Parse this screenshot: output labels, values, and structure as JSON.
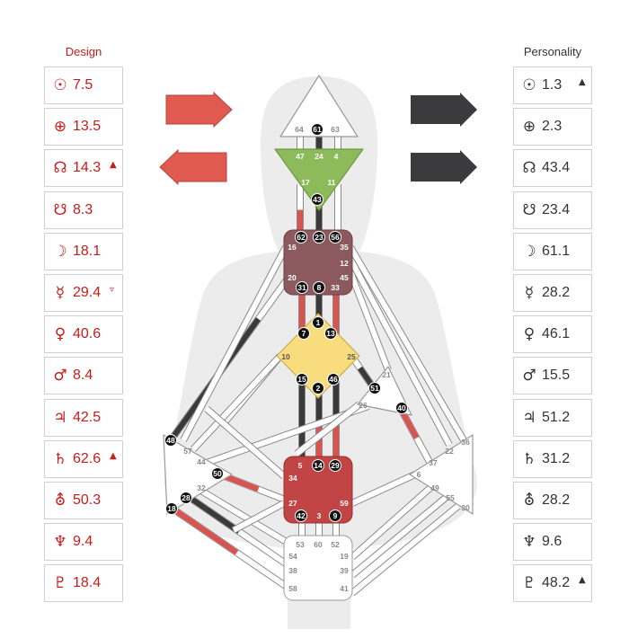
{
  "columns": {
    "design_title": "Design",
    "personality_title": "Personality"
  },
  "design": [
    {
      "planet": "sun",
      "symbol": "☉",
      "value": "7.5",
      "arrow": ""
    },
    {
      "planet": "earth",
      "symbol": "⊕",
      "value": "13.5",
      "arrow": ""
    },
    {
      "planet": "north-node",
      "symbol": "☊",
      "value": "14.3",
      "arrow": "▲"
    },
    {
      "planet": "south-node",
      "symbol": "☋",
      "value": "8.3",
      "arrow": ""
    },
    {
      "planet": "moon",
      "symbol": "☽",
      "value": "18.1",
      "arrow": ""
    },
    {
      "planet": "mercury",
      "symbol": "☿",
      "value": "29.4",
      "arrow": "▿"
    },
    {
      "planet": "venus",
      "symbol": "♀",
      "value": "40.6",
      "arrow": ""
    },
    {
      "planet": "mars",
      "symbol": "♂",
      "value": "8.4",
      "arrow": ""
    },
    {
      "planet": "jupiter",
      "symbol": "♃",
      "value": "42.5",
      "arrow": ""
    },
    {
      "planet": "saturn",
      "symbol": "♄",
      "value": "62.6",
      "arrow": "▲"
    },
    {
      "planet": "uranus",
      "symbol": "⛢",
      "value": "50.3",
      "arrow": ""
    },
    {
      "planet": "neptune",
      "symbol": "♆",
      "value": "9.4",
      "arrow": ""
    },
    {
      "planet": "pluto",
      "symbol": "♇",
      "value": "18.4",
      "arrow": ""
    }
  ],
  "personality": [
    {
      "planet": "sun",
      "symbol": "☉",
      "value": "1.3",
      "arrow": "▲"
    },
    {
      "planet": "earth",
      "symbol": "⊕",
      "value": "2.3",
      "arrow": ""
    },
    {
      "planet": "north-node",
      "symbol": "☊",
      "value": "43.4",
      "arrow": ""
    },
    {
      "planet": "south-node",
      "symbol": "☋",
      "value": "23.4",
      "arrow": ""
    },
    {
      "planet": "moon",
      "symbol": "☽",
      "value": "61.1",
      "arrow": ""
    },
    {
      "planet": "mercury",
      "symbol": "☿",
      "value": "28.2",
      "arrow": ""
    },
    {
      "planet": "venus",
      "symbol": "♀",
      "value": "46.1",
      "arrow": ""
    },
    {
      "planet": "mars",
      "symbol": "♂",
      "value": "15.5",
      "arrow": ""
    },
    {
      "planet": "jupiter",
      "symbol": "♃",
      "value": "51.2",
      "arrow": ""
    },
    {
      "planet": "saturn",
      "symbol": "♄",
      "value": "31.2",
      "arrow": ""
    },
    {
      "planet": "uranus",
      "symbol": "⛢",
      "value": "28.2",
      "arrow": ""
    },
    {
      "planet": "neptune",
      "symbol": "♆",
      "value": "9.6",
      "arrow": ""
    },
    {
      "planet": "pluto",
      "symbol": "♇",
      "value": "48.2",
      "arrow": "▲"
    }
  ],
  "colors": {
    "design": "#c61c1c",
    "personality": "#333333",
    "design_arrow": "#e05a50",
    "personality_arrow": "#3b3b3d",
    "head": "#ffffff",
    "ajna": "#8dba5a",
    "throat": "#8c5a5e",
    "g_center": "#f9dc7d",
    "sacral": "#c24545",
    "root": "#ffffff",
    "spleen": "#ffffff",
    "solar_plexus": "#ffffff",
    "heart": "#ffffff",
    "channel_red": "#d9534f",
    "channel_black": "#3a3a3a",
    "silhouette": "#ececec"
  },
  "centers": {
    "head": {
      "gates": [
        "64",
        "61",
        "63"
      ],
      "active": [
        "61"
      ]
    },
    "ajna": {
      "gates": [
        "47",
        "24",
        "4",
        "17",
        "11",
        "43"
      ],
      "active": [
        "43"
      ]
    },
    "throat": {
      "gates": [
        "62",
        "23",
        "56",
        "16",
        "35",
        "12",
        "20",
        "45",
        "31",
        "8",
        "33"
      ],
      "active": [
        "62",
        "23",
        "56",
        "31",
        "8"
      ]
    },
    "g": {
      "gates": [
        "1",
        "7",
        "13",
        "10",
        "25",
        "15",
        "2",
        "46"
      ],
      "active": [
        "1",
        "7",
        "13",
        "15",
        "2",
        "46"
      ]
    },
    "heart": {
      "gates": [
        "21",
        "51",
        "26",
        "40"
      ],
      "active": [
        "51",
        "40"
      ]
    },
    "sacral": {
      "gates": [
        "5",
        "14",
        "29",
        "34",
        "27",
        "59",
        "42",
        "3",
        "9"
      ],
      "active": [
        "14",
        "29",
        "42",
        "9"
      ]
    },
    "spleen": {
      "gates": [
        "48",
        "57",
        "44",
        "50",
        "32",
        "28",
        "18"
      ],
      "active": [
        "48",
        "50",
        "28",
        "18"
      ]
    },
    "solar_plexus": {
      "gates": [
        "36",
        "22",
        "37",
        "6",
        "49",
        "55",
        "30"
      ],
      "active": []
    },
    "root": {
      "gates": [
        "53",
        "60",
        "52",
        "54",
        "19",
        "38",
        "39",
        "58",
        "41"
      ],
      "active": []
    }
  }
}
